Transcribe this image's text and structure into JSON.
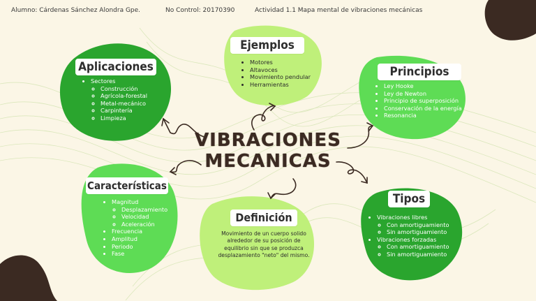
{
  "header": {
    "student": "Alumno: Cárdenas Sánchez Alondra Gpe.",
    "control": "No Control: 20170390",
    "activity": "Actividad 1.1 Mapa mental de vibraciones mecánicas"
  },
  "center": {
    "line1": "VIBRACIONES",
    "line2": "MECANICAS"
  },
  "colors": {
    "background": "#fbf6e6",
    "dark_green": "#2aa52e",
    "light_green": "#bff07a",
    "mid_green": "#5edc55",
    "brown": "#3b2a22"
  },
  "aplicaciones": {
    "title": "Aplicaciones",
    "items": [
      {
        "label": "Sectores",
        "subitems": [
          "Construcción",
          "Agrícola-forestal",
          "Metal-mecánico",
          "Carpintería",
          "Limpieza"
        ]
      }
    ]
  },
  "ejemplos": {
    "title": "Ejemplos",
    "items": [
      "Motores",
      "Altavoces",
      "Movimiento pendular",
      "Herramientas"
    ]
  },
  "principios": {
    "title": "Principios",
    "items": [
      "Ley Hooke",
      "Ley de Newton",
      "Principio de superposición",
      "Conservación de la energía",
      "Resonancia"
    ]
  },
  "caracteristicas": {
    "title": "Características",
    "items": [
      {
        "label": "Magnitud",
        "subitems": [
          "Desplazamiento",
          "Velocidad",
          "Aceleración"
        ]
      },
      {
        "label": "Frecuencia"
      },
      {
        "label": "Amplitud"
      },
      {
        "label": "Periodo"
      },
      {
        "label": "Fase"
      }
    ]
  },
  "definicion": {
    "title": "Definición",
    "text": "Movimiento de un cuerpo solido alrededor de su posición de equilibrio sin que se produzca desplazamiento \"neto\" del mismo."
  },
  "tipos": {
    "title": "Tipos",
    "items": [
      {
        "label": "Vibraciones libres",
        "subitems": [
          "Con amortiguamiento",
          "Sin amortiguamiento"
        ]
      },
      {
        "label": "Vibraciones forzadas",
        "subitems": [
          "Con amortiguamiento",
          "Sin amortiguamiento"
        ]
      }
    ]
  }
}
